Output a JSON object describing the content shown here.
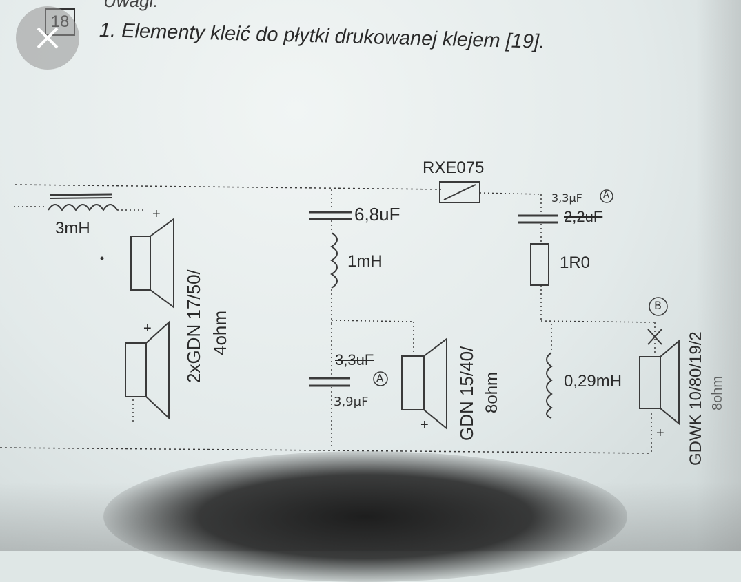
{
  "header": {
    "partial_top": "Uwagi:",
    "page_number": "18",
    "note": "1. Elementy kleić do płytki drukowanej klejem [19]."
  },
  "ui": {
    "close_icon": "close-icon"
  },
  "components": {
    "inductor_main": "3mH",
    "woofer_model": "2xGDN 17/50/",
    "woofer_ohm": "4ohm",
    "cap_mid": "6,8uF",
    "ind_mid": "1mH",
    "cap_mid2_struck": "3,3uF",
    "cap_mid2_hand": "3,9µF",
    "marker_a": "A",
    "mid_model": "GDN 15/40/",
    "mid_ohm": "8ohm",
    "resistor_top": "RXE075",
    "cap_tw_hand": "3,3µF",
    "cap_tw_struck": "2,2uF",
    "resistor_tw": "1R0",
    "ind_tw": "0,29mH",
    "marker_b": "B",
    "tweeter_model": "GDWK 10/80/19/2",
    "tweeter_ohm": "8ohm",
    "plus": "+"
  }
}
